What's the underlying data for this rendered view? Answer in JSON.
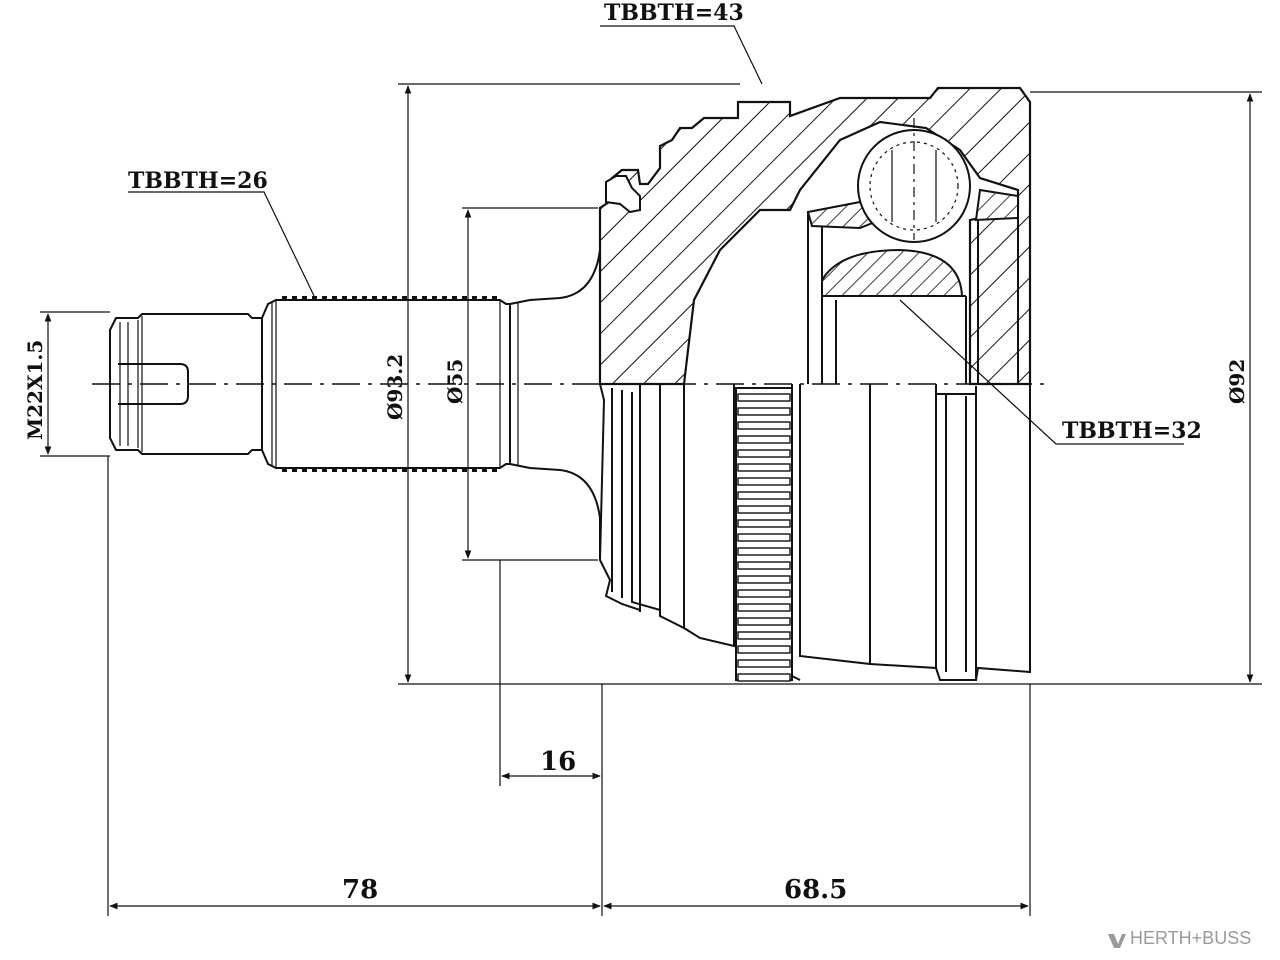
{
  "labels": {
    "tooth_top": "TBBTH=43",
    "tooth_left": "TBBTH=26",
    "tooth_right": "TBBTH=32",
    "thread": "M22X1.5",
    "dia_outer_shaft": "Ø93.2",
    "dia_seal": "Ø55",
    "dia_housing": "Ø92",
    "len_seal_offset": "16",
    "len_shaft": "78",
    "len_housing": "68.5"
  },
  "brand": {
    "name": "HERTH+BUSS"
  }
}
